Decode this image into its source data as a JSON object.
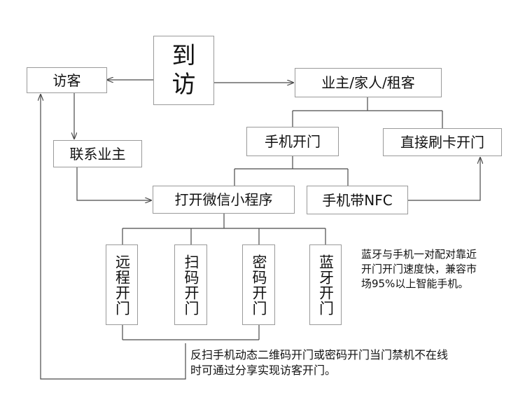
{
  "title": {
    "line1": "到",
    "line2": "访"
  },
  "nodes": {
    "visitor": "访客",
    "owner": "业主/家人/租客",
    "contact_owner": "联系业主",
    "phone_open": "手机开门",
    "card_open": "直接刷卡开门",
    "wechat_miniprogram": "打开微信小程序",
    "phone_nfc": "手机带NFC",
    "remote_open": "远程开门",
    "scan_open": "扫码开门",
    "password_open": "密码开门",
    "bluetooth_open": "蓝牙开门"
  },
  "notes": {
    "bluetooth": [
      "蓝牙与手机一对配对靠近",
      "开门开门速度快，兼容市",
      "场95%以上智能手机。"
    ],
    "share": [
      "反扫手机动态二维码开门或密码开门当门禁机不在线",
      "时可通过分享实现访客开门。"
    ]
  },
  "colors": {
    "line": "#4a4a4a",
    "box_border": "#9a9a9a",
    "text": "#111111"
  }
}
